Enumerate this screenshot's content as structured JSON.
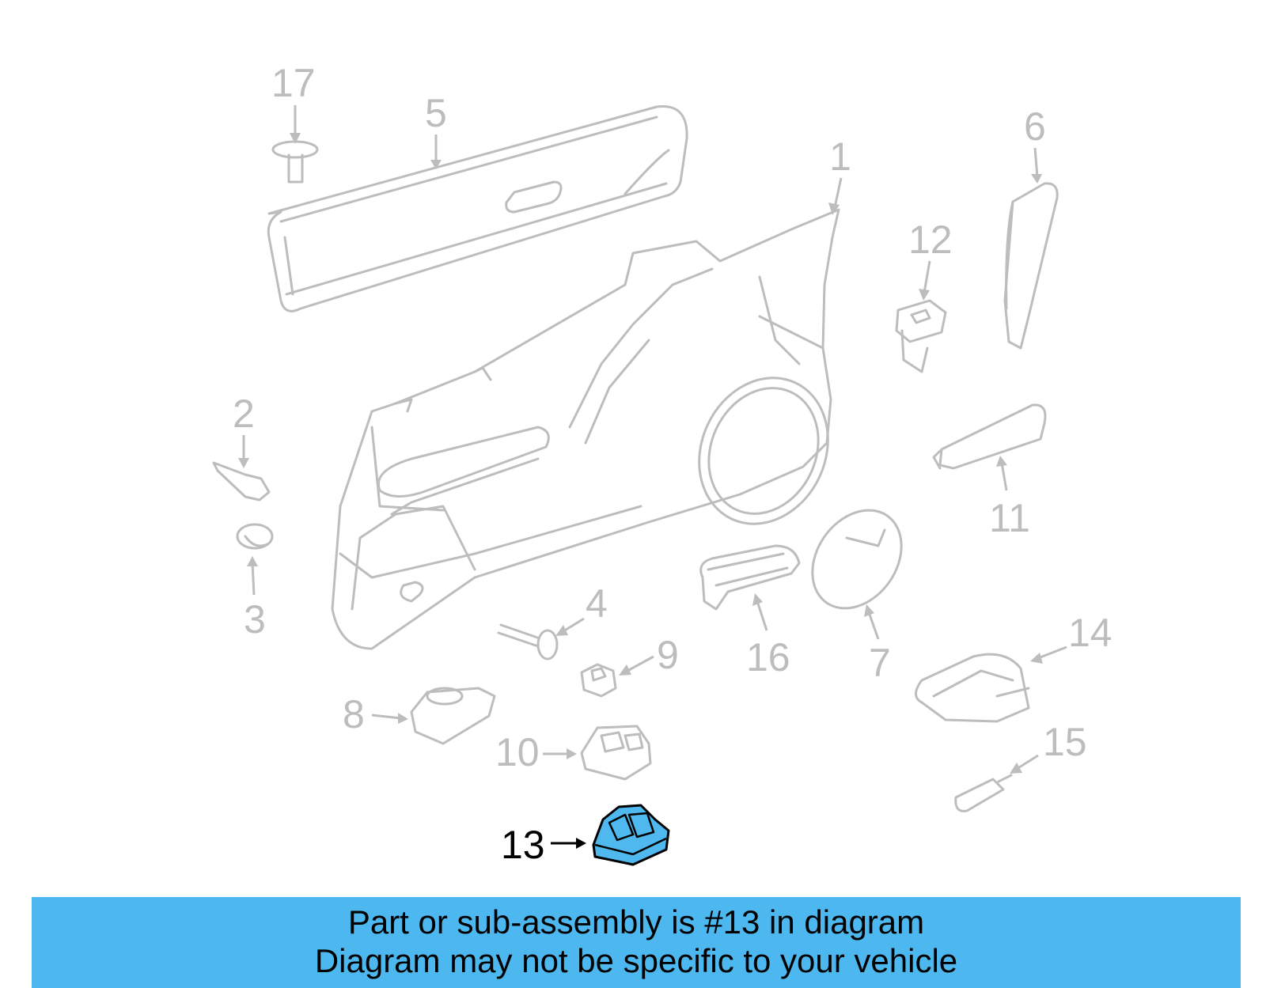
{
  "callouts": [
    {
      "id": "17",
      "label": "17"
    },
    {
      "id": "5",
      "label": "5"
    },
    {
      "id": "1",
      "label": "1"
    },
    {
      "id": "6",
      "label": "6"
    },
    {
      "id": "12",
      "label": "12"
    },
    {
      "id": "2",
      "label": "2"
    },
    {
      "id": "3",
      "label": "3"
    },
    {
      "id": "11",
      "label": "11"
    },
    {
      "id": "4",
      "label": "4"
    },
    {
      "id": "9",
      "label": "9"
    },
    {
      "id": "16",
      "label": "16"
    },
    {
      "id": "7",
      "label": "7"
    },
    {
      "id": "14",
      "label": "14"
    },
    {
      "id": "8",
      "label": "8"
    },
    {
      "id": "10",
      "label": "10"
    },
    {
      "id": "15",
      "label": "15"
    },
    {
      "id": "13",
      "label": "13",
      "highlighted": true
    }
  ],
  "highlighted_part": "13",
  "highlight_color": "#4fb8ee",
  "banner": {
    "line1": "Part or sub-assembly is #13 in diagram",
    "line2": "Diagram may not be specific to your vehicle",
    "background": "#4db8f0"
  }
}
